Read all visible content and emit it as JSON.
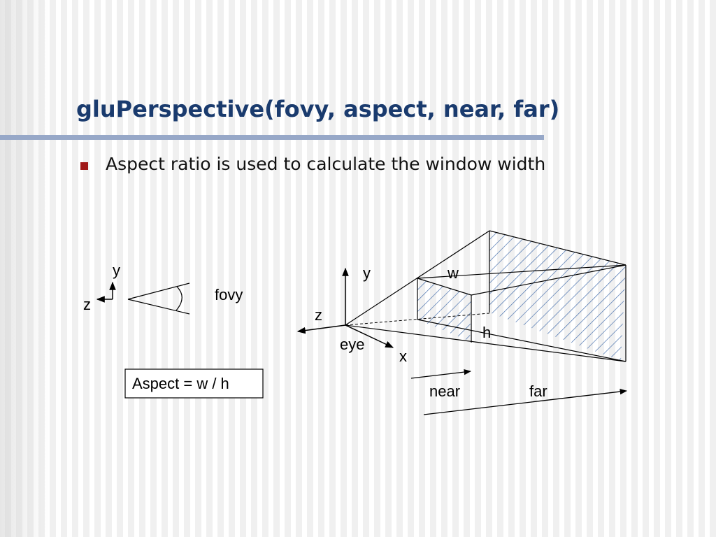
{
  "slide": {
    "title": "gluPerspective(fovy, aspect, near, far)",
    "accent_color": "#1a3b6e",
    "rule_color": "#97a8c8",
    "bullet_color": "#a01818",
    "bullets": [
      {
        "text": "Aspect ratio is used to calculate the window width"
      }
    ]
  },
  "diagram": {
    "left_axes": {
      "y_label": "y",
      "z_label": "z"
    },
    "fovy_label": "fovy",
    "aspect_box": {
      "text": "Aspect = w / h"
    },
    "frustum_axes": {
      "y_label": "y",
      "z_label": "z",
      "x_label": "x"
    },
    "eye_label": "eye",
    "width_label": "w",
    "height_label": "h",
    "near_label": "near",
    "far_label": "far",
    "hatch_color": "#3a66a8"
  }
}
